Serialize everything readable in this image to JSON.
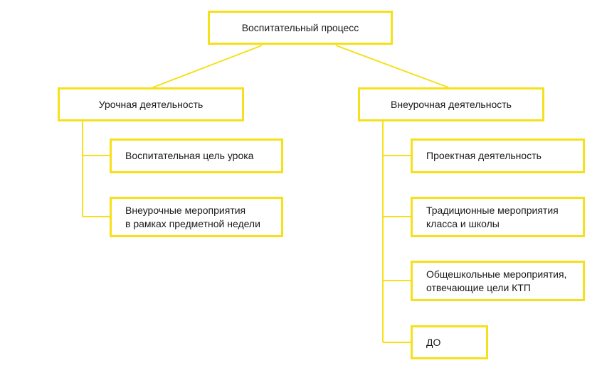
{
  "colors": {
    "connector": "#f5e01a",
    "box_border": "#f5e01a",
    "text": "#1a1a1a",
    "background": "#ffffff"
  },
  "root": {
    "label": "Воспитательный процесс"
  },
  "branches": [
    {
      "label": "Урочная деятельность",
      "children": [
        {
          "label": "Воспитательная цель урока"
        },
        {
          "label": "Внеурочные мероприятия\nв рамках предметной недели"
        }
      ]
    },
    {
      "label": "Внеурочная деятельность",
      "children": [
        {
          "label": "Проектная деятельность"
        },
        {
          "label": "Традиционные мероприятия\nкласса и школы"
        },
        {
          "label": "Общешкольные мероприятия,\n отвечающие цели КТП"
        },
        {
          "label": "ДО"
        }
      ]
    }
  ]
}
